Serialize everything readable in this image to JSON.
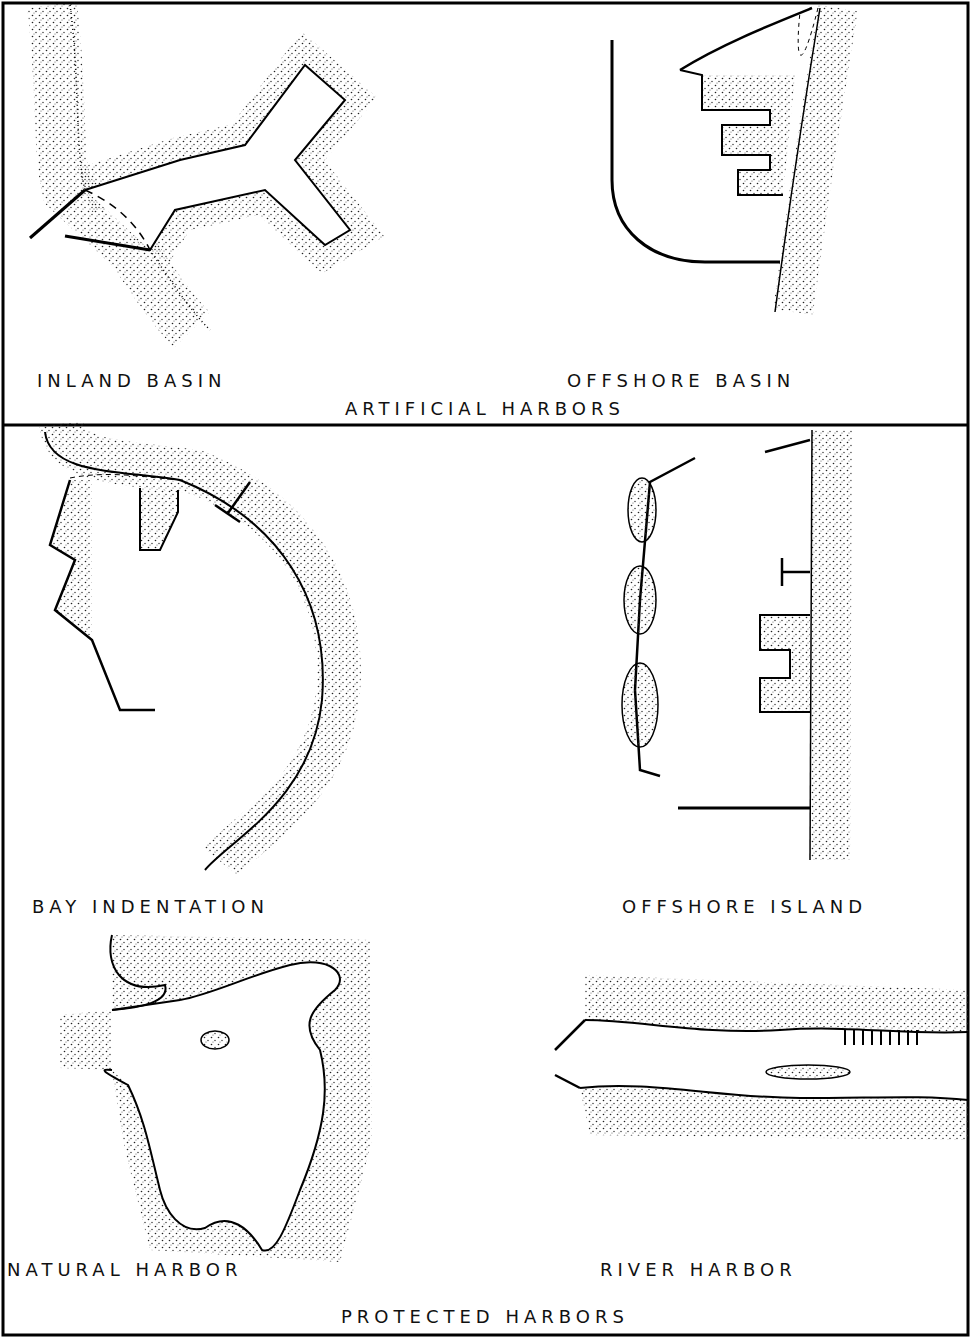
{
  "diagram": {
    "labels": [
      "INLAND BASIN",
      "OFFSHORE BASIN",
      "ARTIFICIAL HARBORS",
      "BAY INDENTATION",
      "OFFSHORE ISLAND",
      "NATURAL HARBOR",
      "RIVER HARBOR",
      "PROTECTED HARBORS"
    ]
  }
}
